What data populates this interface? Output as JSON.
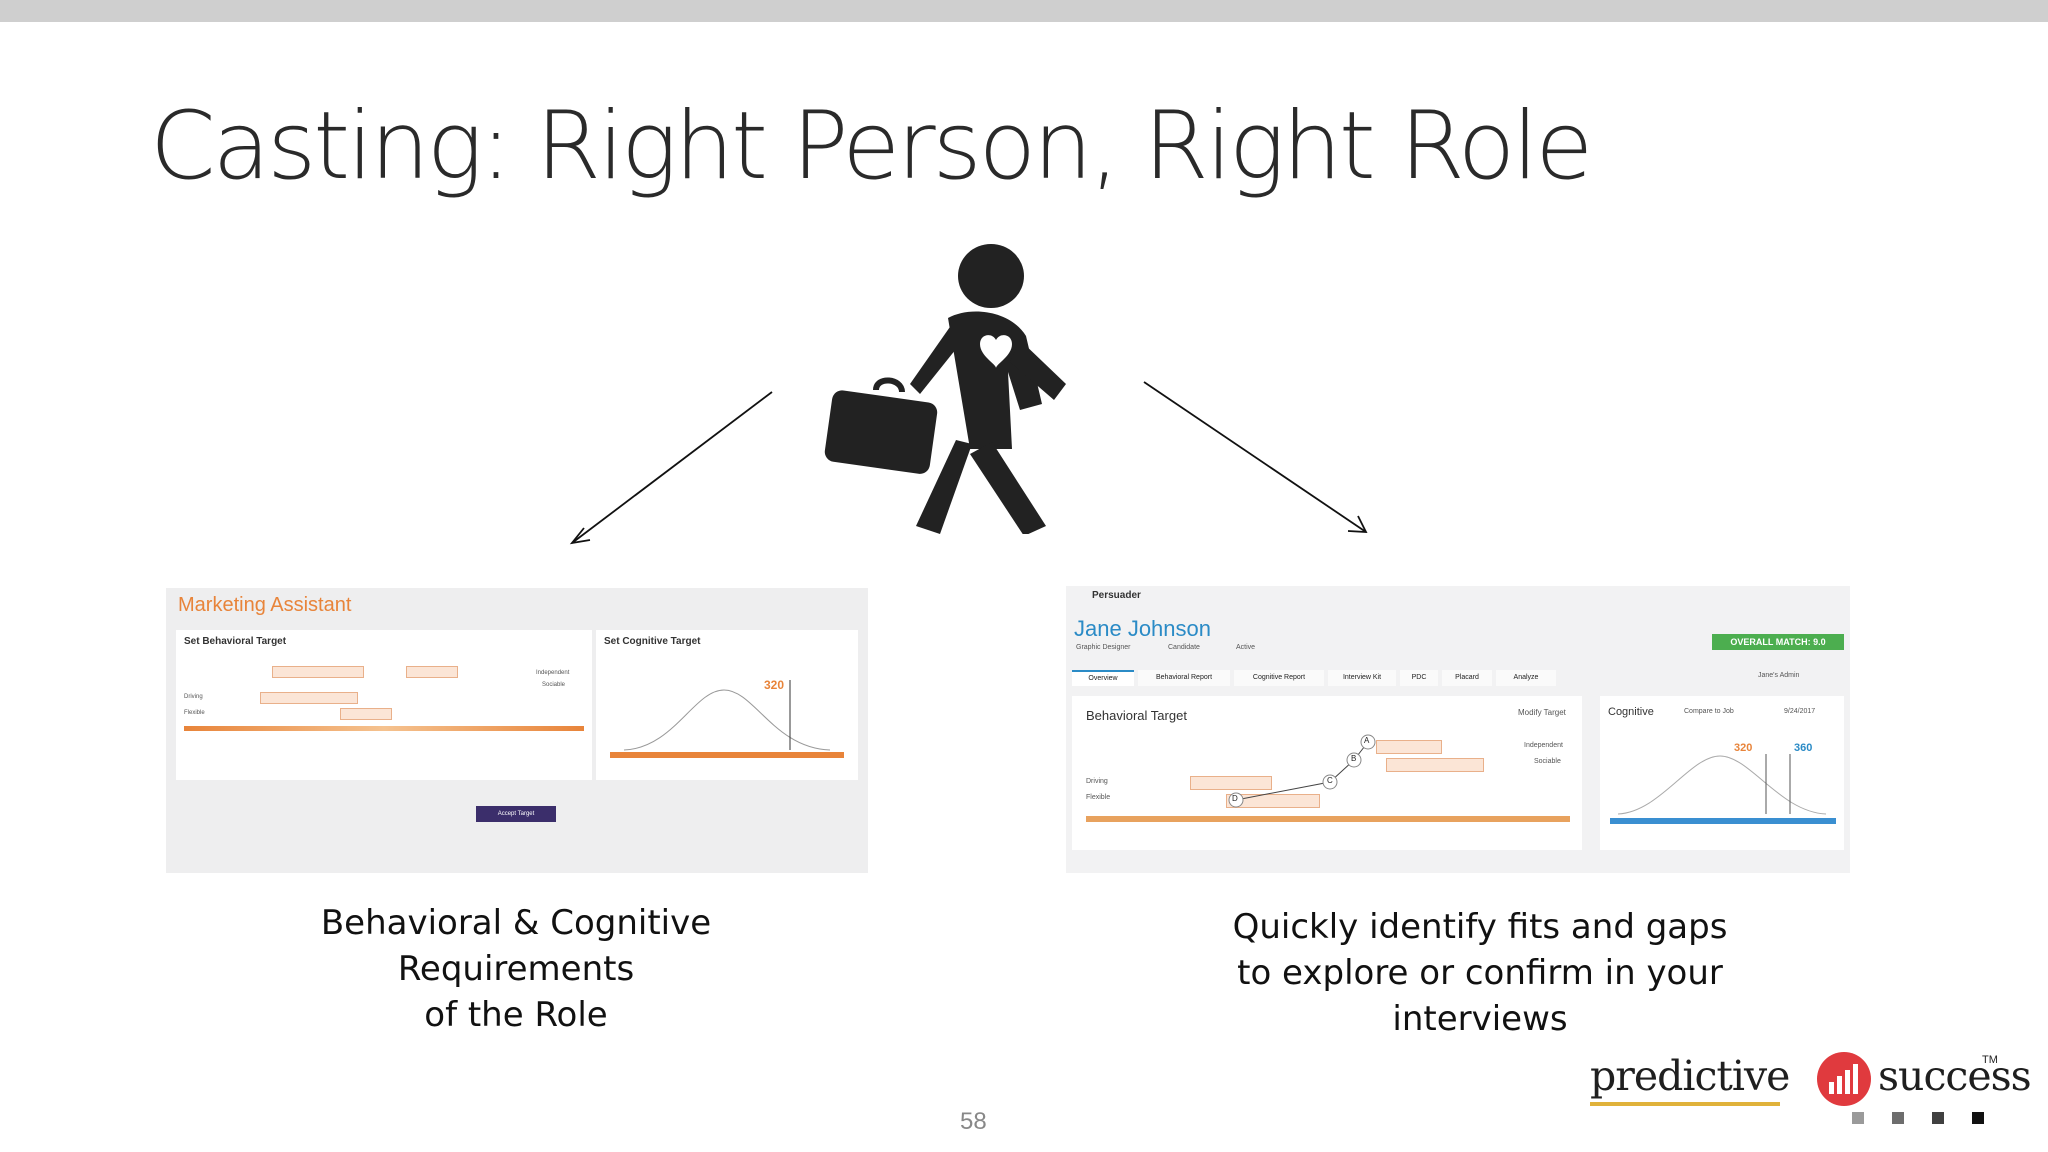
{
  "slide": {
    "title": "Casting: Right Person, Right Role",
    "page_number": "58"
  },
  "left_panel": {
    "screenshot": {
      "job_title": "Marketing Assistant",
      "behavioral_card_title": "Set Behavioral Target",
      "cognitive_card_title": "Set Cognitive Target",
      "behavioral_right_labels": [
        "Independent",
        "Sociable"
      ],
      "behavioral_left_labels": [
        "Driving",
        "Flexible"
      ],
      "cognitive_score": "320",
      "button_label": "Accept Target"
    },
    "caption": "Behavioral & Cognitive\nRequirements\nof the Role"
  },
  "right_panel": {
    "screenshot": {
      "profile_type": "Persuader",
      "candidate_name": "Jane Johnson",
      "candidate_meta": [
        "Graphic Designer",
        "Candidate",
        "Active"
      ],
      "overall_match": "OVERALL MATCH: 9.0",
      "tabs": [
        "Overview",
        "Behavioral Report",
        "Cognitive Report",
        "Interview Kit",
        "PDC",
        "Placard",
        "Analyze"
      ],
      "admin_label": "Jane's Admin",
      "behavioral_card_title": "Behavioral Target",
      "modify_label": "Modify Target",
      "behavioral_right_labels": [
        "Independent",
        "Sociable"
      ],
      "behavioral_left_labels": [
        "Driving",
        "Flexible"
      ],
      "markers": [
        "A",
        "B",
        "C",
        "D"
      ],
      "cognitive_card_title": "Cognitive",
      "compare_label": "Compare to Job",
      "date_label": "9/24/2017",
      "cognitive_scores": [
        "320",
        "360"
      ]
    },
    "caption": "Quickly identify fits and gaps\nto explore or confirm in your\ninterviews"
  },
  "logo": {
    "word_left": "predictive",
    "word_right": "success",
    "tm": "TM",
    "square_colors": [
      "#9a9a9a",
      "#6d6d6d",
      "#404040",
      "#111111"
    ]
  },
  "icons": [
    "businessman-walking-icon",
    "heart-icon",
    "briefcase-icon",
    "arrow-left-icon",
    "arrow-right-icon",
    "bar-chart-icon"
  ]
}
